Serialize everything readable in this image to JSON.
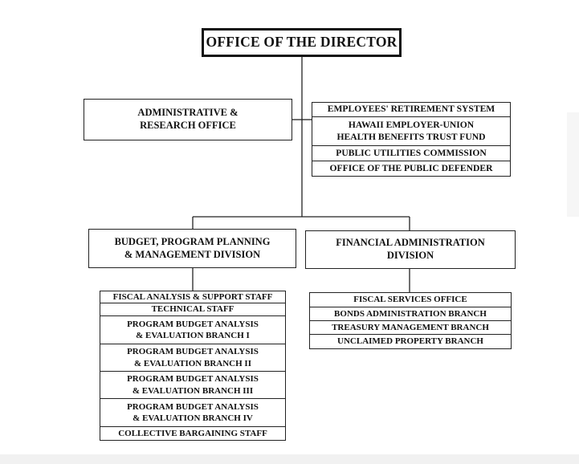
{
  "director": "OFFICE OF THE DIRECTOR",
  "admin_office": "ADMINISTRATIVE &\nRESEARCH OFFICE",
  "attached_agencies": [
    "EMPLOYEES' RETIREMENT SYSTEM",
    "HAWAII EMPLOYER-UNION\nHEALTH BENEFITS TRUST FUND",
    "PUBLIC UTILITIES COMMISSION",
    "OFFICE OF THE PUBLIC DEFENDER"
  ],
  "divisions": [
    {
      "name": "BUDGET, PROGRAM PLANNING\n& MANAGEMENT DIVISION",
      "units": [
        "FISCAL ANALYSIS & SUPPORT STAFF",
        "TECHNICAL STAFF",
        "PROGRAM BUDGET ANALYSIS\n& EVALUATION BRANCH I",
        "PROGRAM BUDGET ANALYSIS\n& EVALUATION BRANCH II",
        "PROGRAM BUDGET ANALYSIS\n& EVALUATION BRANCH III",
        "PROGRAM BUDGET ANALYSIS\n& EVALUATION BRANCH IV",
        "COLLECTIVE BARGAINING STAFF"
      ]
    },
    {
      "name": "FINANCIAL ADMINISTRATION\nDIVISION",
      "units": [
        "FISCAL SERVICES OFFICE",
        "BONDS ADMINISTRATION BRANCH",
        "TREASURY MANAGEMENT BRANCH",
        "UNCLAIMED PROPERTY BRANCH"
      ]
    }
  ]
}
